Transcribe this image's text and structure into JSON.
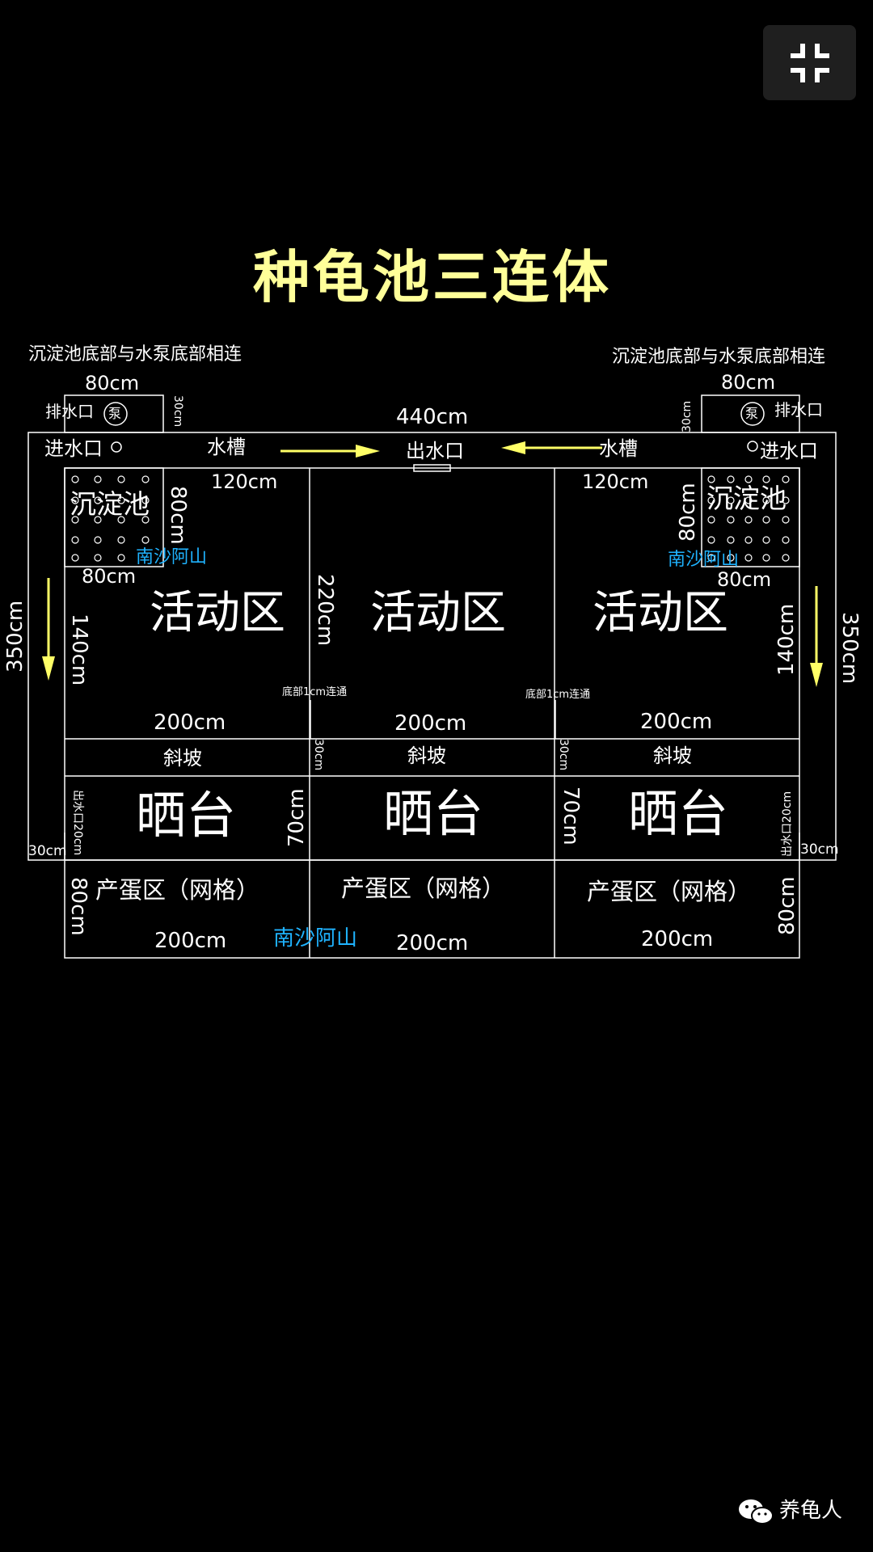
{
  "toolbar": {
    "exit_fullscreen_icon": "exit-fullscreen-icon"
  },
  "title": "种龟池三连体",
  "notes": {
    "left": "沉淀池底部与水泵底部相连",
    "right": "沉淀池底部与水泵底部相连"
  },
  "labels": {
    "w80": "80cm",
    "w440": "440cm",
    "w120": "120cm",
    "w200": "200cm",
    "h30": "30cm",
    "h80": "80cm",
    "h140": "140cm",
    "h350": "350cm",
    "h220": "220cm",
    "h70": "70cm",
    "drain": "排水口",
    "pump": "泵",
    "inlet": "进水口",
    "trough": "水槽",
    "outlet": "出水口",
    "settling": "沉淀池",
    "activity": "活动区",
    "slope": "斜坡",
    "basking": "晒台",
    "laying": "产蛋区（网格）",
    "bottom_link": "底部1cm连通",
    "side_outlet": "出水口20cm"
  },
  "watermarks": {
    "small": "南沙阿山",
    "large": "南沙阿山"
  },
  "colors": {
    "accent": "#ffff99",
    "lines": "#ffffff",
    "arrow": "#ffff66",
    "watermark": "#1fb3ff",
    "bg": "#000000"
  },
  "footer": {
    "brand": "养龟人",
    "icon": "wechat-icon"
  }
}
